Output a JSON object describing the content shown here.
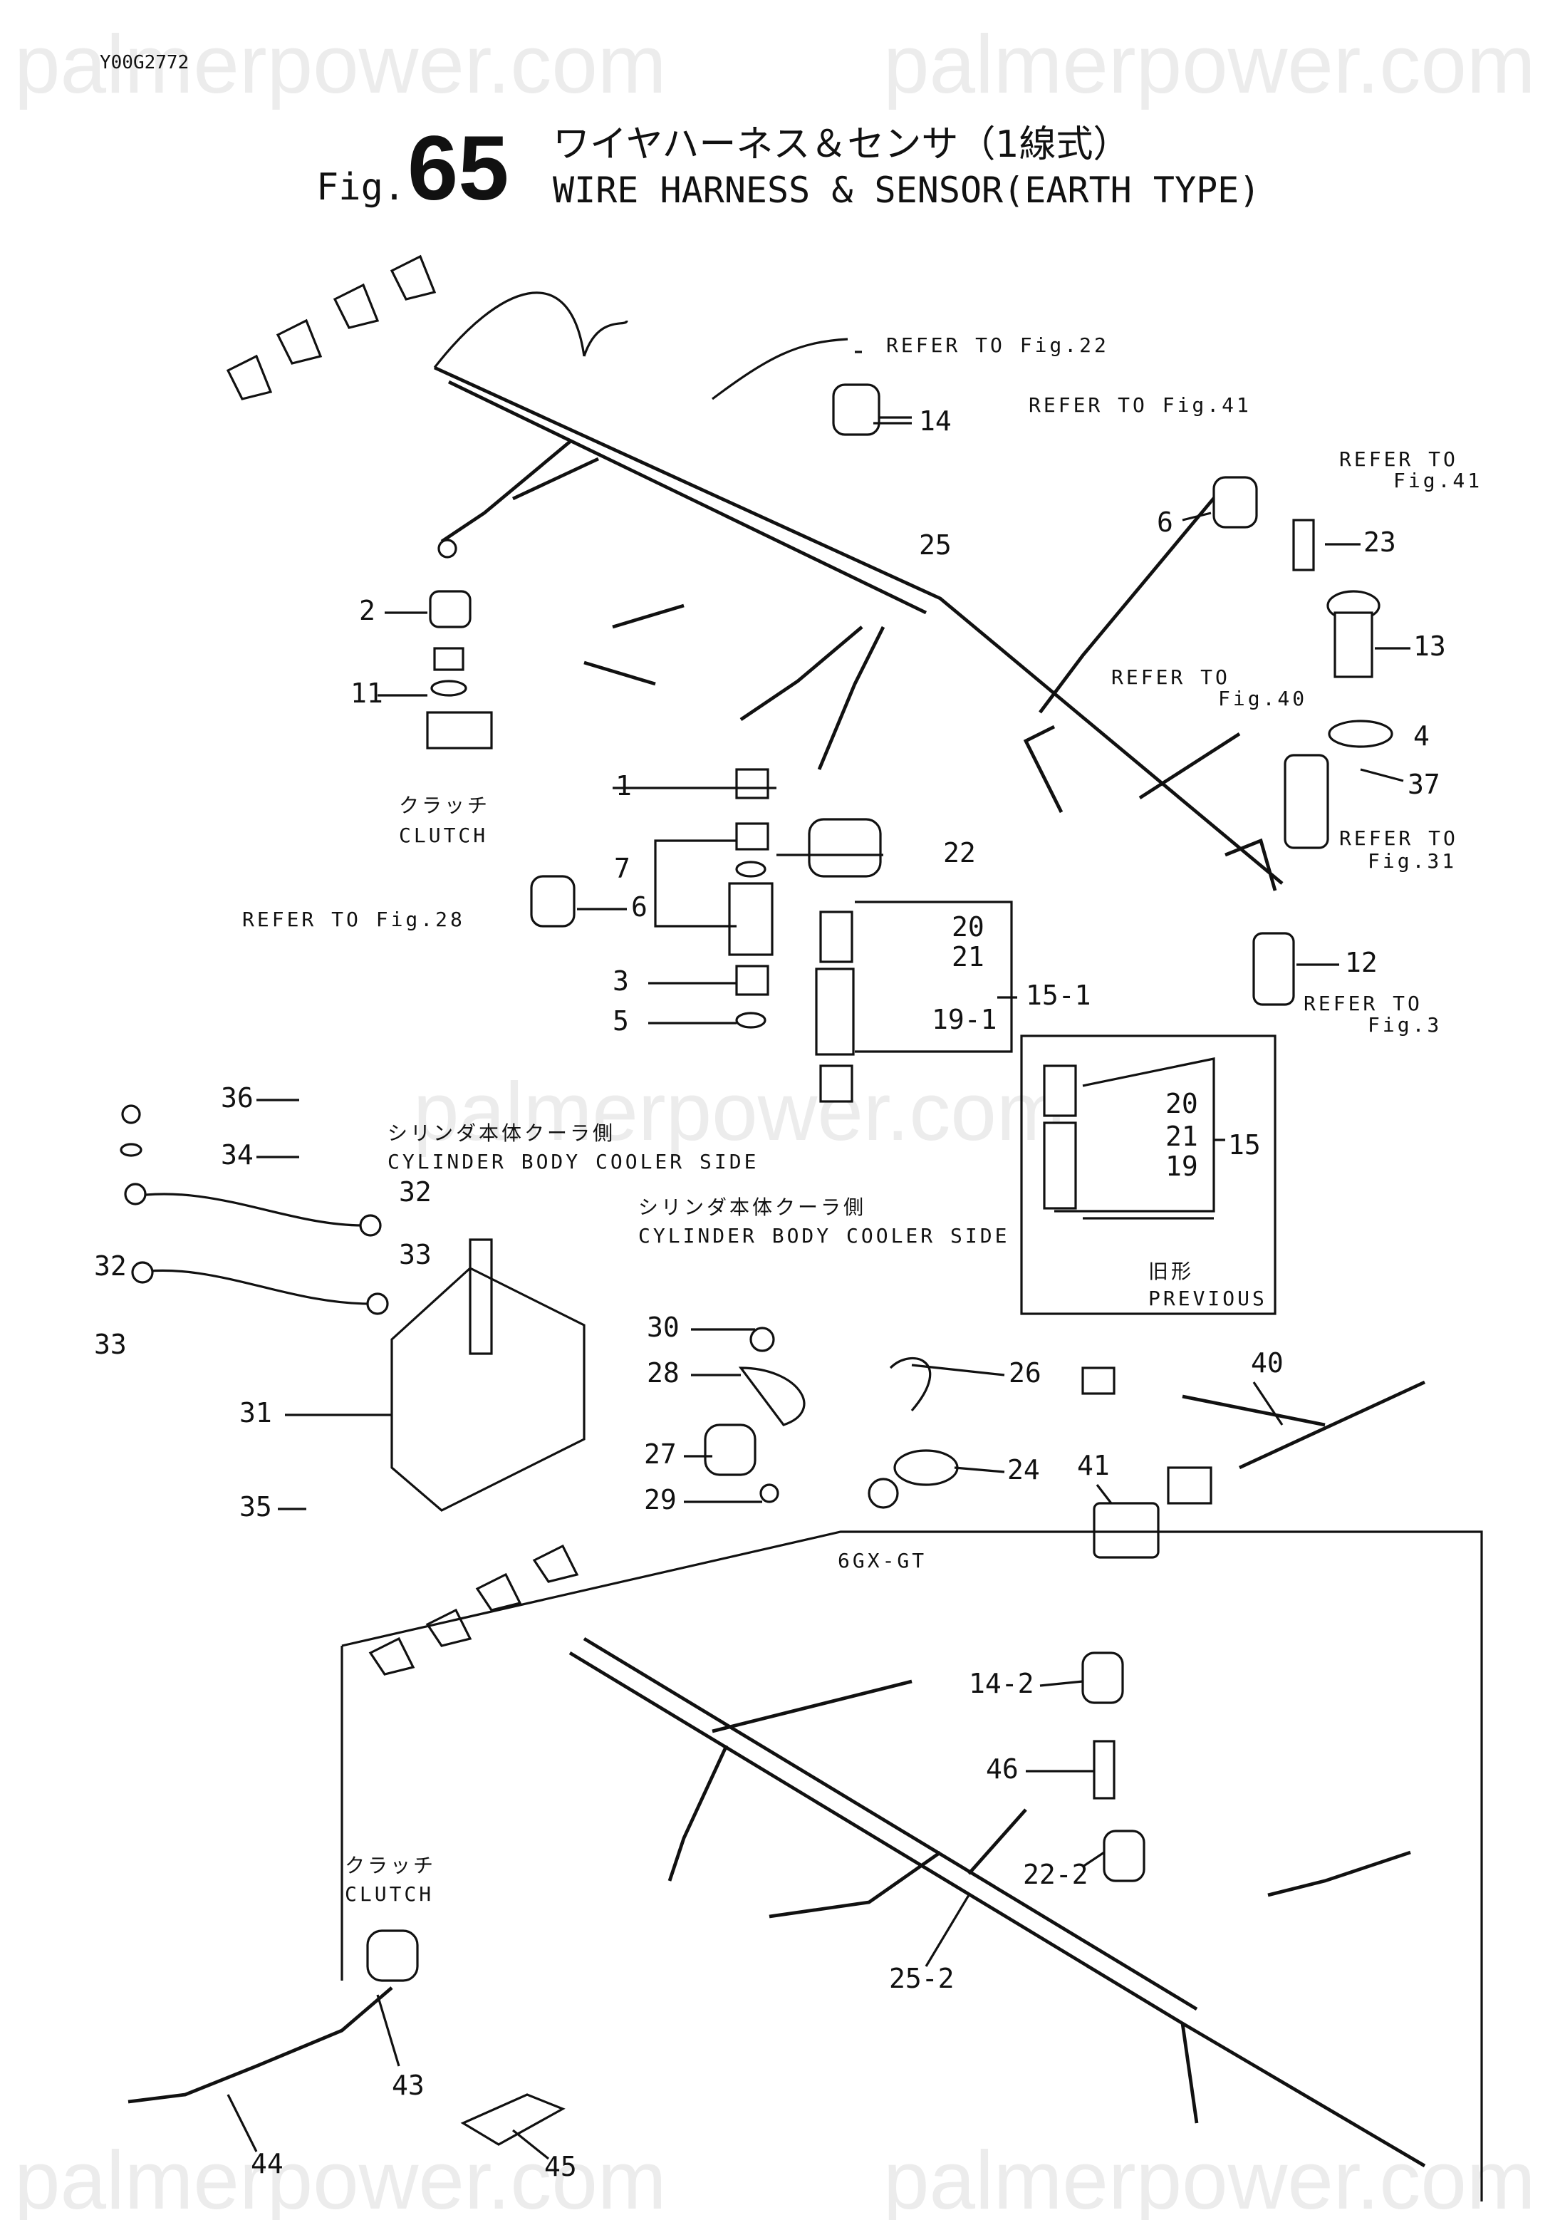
{
  "doc_code": "Y00G2772",
  "watermark": "palmerpower.com",
  "title": {
    "fig_prefix": "Fig.",
    "fig_number": "65",
    "japanese": "ワイヤハーネス＆センサ（1線式）",
    "english": "WIRE HARNESS & SENSOR(EARTH TYPE)"
  },
  "refs": {
    "fig22": "REFER TO Fig.22",
    "fig41a": "REFER TO Fig.41",
    "fig41b_1": "REFER TO",
    "fig41b_2": "Fig.41",
    "fig40_1": "REFER TO",
    "fig40_2": "Fig.40",
    "fig31_1": "REFER TO",
    "fig31_2": "Fig.31",
    "fig3_1": "REFER TO",
    "fig3_2": "Fig.3",
    "fig28": "REFER TO Fig.28"
  },
  "notes": {
    "clutch_jp": "クラッチ",
    "clutch_en": "CLUTCH",
    "cooler_jp": "シリンダ本体クーラ側",
    "cooler_en": "CYLINDER BODY COOLER SIDE",
    "previous_jp": "旧形",
    "previous_en": "PREVIOUS",
    "variant": "6GX-GT"
  },
  "parts": {
    "p1": "1",
    "p2": "2",
    "p3": "3",
    "p4": "4",
    "p5": "5",
    "p6a": "6",
    "p6b": "6",
    "p7": "7",
    "p11": "11",
    "p12": "12",
    "p13": "13",
    "p14": "14",
    "p15": "15",
    "p15_1": "15-1",
    "p19": "19",
    "p19_1": "19-1",
    "p20a": "20",
    "p20b": "20",
    "p21a": "21",
    "p21b": "21",
    "p22": "22",
    "p23": "23",
    "p24": "24",
    "p25": "25",
    "p26": "26",
    "p27": "27",
    "p28": "28",
    "p29": "29",
    "p30": "30",
    "p31": "31",
    "p32a": "32",
    "p32b": "32",
    "p33a": "33",
    "p33b": "33",
    "p34": "34",
    "p35": "35",
    "p36": "36",
    "p37": "37",
    "p40": "40",
    "p41": "41",
    "p14_2": "14-2",
    "p46": "46",
    "p22_2": "22-2",
    "p25_2": "25-2",
    "p43": "43",
    "p44": "44",
    "p45": "45"
  }
}
